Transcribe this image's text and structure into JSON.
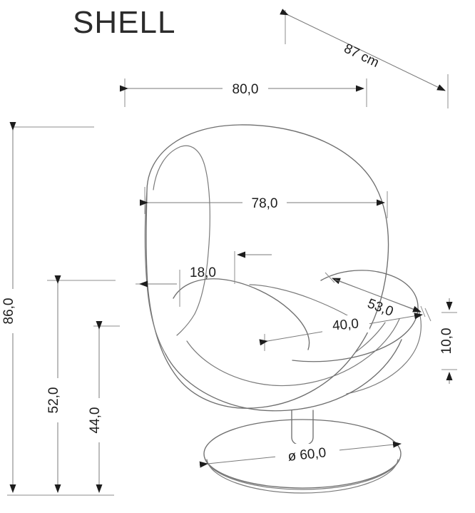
{
  "drawing": {
    "title": "SHELL",
    "type": "technical-dimension-drawing",
    "subject": "swivel shell armchair",
    "units_note": "87 cm",
    "background_color": "#ffffff",
    "outline_color": "#6f6f6f",
    "dimension_line_color": "#7a7a7a",
    "text_color": "#1d1d1d",
    "title_color": "#2b2b2b"
  },
  "dimensions": {
    "overall_depth": {
      "label": "87 cm",
      "orientation": "diagonal",
      "description": "overall depth, diagonal dimension at top right"
    },
    "overall_width": {
      "label": "80,0",
      "orientation": "horizontal",
      "description": "overall width across outer shell, top"
    },
    "seat_shell_width": {
      "label": "78,0",
      "orientation": "horizontal",
      "description": "inner shell width"
    },
    "armrest_thickness": {
      "label": "18,0",
      "orientation": "horizontal",
      "description": "shell wall / armrest thickness"
    },
    "seat_diagonal": {
      "label": "53,0",
      "orientation": "diagonal",
      "description": "seat diagonal depth"
    },
    "seat_depth": {
      "label": "40,0",
      "orientation": "horizontal",
      "description": "seat depth"
    },
    "seat_front_height": {
      "label": "10,0",
      "orientation": "vertical",
      "description": "front lip height"
    },
    "overall_height": {
      "label": "86,0",
      "orientation": "vertical",
      "description": "total height from floor"
    },
    "backrest_height": {
      "label": "52,0",
      "orientation": "vertical",
      "description": "height to shell mid point"
    },
    "seat_height": {
      "label": "44,0",
      "orientation": "vertical",
      "description": "seat height from floor"
    },
    "base_diameter": {
      "label": "ø 60,0",
      "symbol": "ø",
      "value": "60,0",
      "orientation": "horizontal",
      "description": "swivel base diameter"
    }
  }
}
